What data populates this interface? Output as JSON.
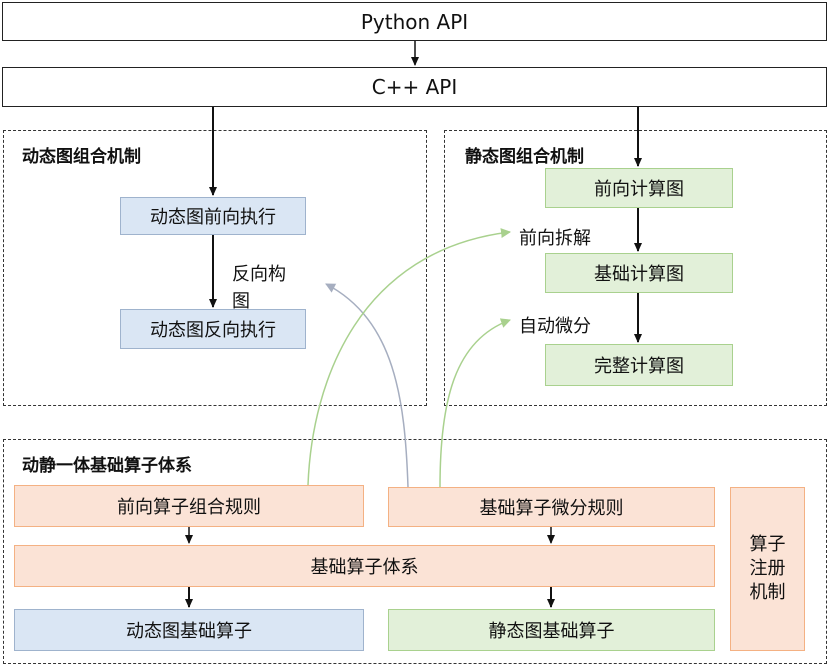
{
  "api": {
    "python": "Python API",
    "cpp": "C++ API"
  },
  "dynamic": {
    "title": "动态图组合机制",
    "forward": "动态图前向执行",
    "backward": "动态图反向执行",
    "edge_label_line1": "反向构",
    "edge_label_line2": "图"
  },
  "static": {
    "title": "静态图组合机制",
    "forward_graph": "前向计算图",
    "decompose_label": "前向拆解",
    "basic_graph": "基础计算图",
    "autodiff_label": "自动微分",
    "full_graph": "完整计算图"
  },
  "unified": {
    "title": "动静一体基础算子体系",
    "forward_rules": "前向算子组合规则",
    "diff_rules": "基础算子微分规则",
    "basic_system": "基础算子体系",
    "dynamic_ops": "动态图基础算子",
    "static_ops": "静态图基础算子",
    "registry": "算子注册机制"
  },
  "colors": {
    "blue_fill": "#dae6f4",
    "green_fill": "#e2f0d9",
    "orange_fill": "#fbe3d6",
    "gray_arrow": "#a6aec0",
    "green_arrow": "#a9d18e"
  }
}
